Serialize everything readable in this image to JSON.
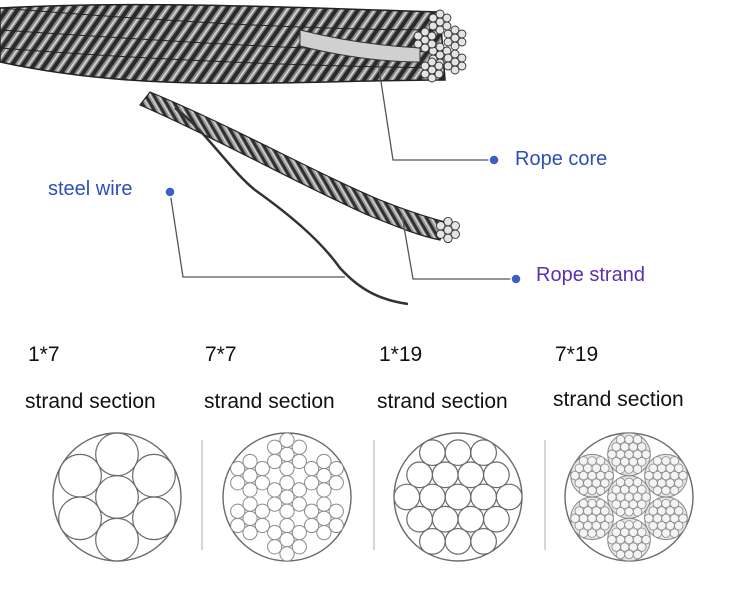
{
  "colors": {
    "label_blue": "#2d4fb8",
    "label_purple": "#5b2fb0",
    "dot": "#3d5fc4",
    "line": "#555555",
    "wire": "#333333",
    "divider": "#c8c8c8"
  },
  "labels": {
    "steel_wire": "steel wire",
    "rope_core": "Rope core",
    "rope_strand": "Rope strand"
  },
  "sections": [
    {
      "code": "1*7",
      "caption": "strand section"
    },
    {
      "code": "7*7",
      "caption": "strand section"
    },
    {
      "code": "1*19",
      "caption": "strand section"
    },
    {
      "code": "7*19",
      "caption": "strand section"
    }
  ]
}
